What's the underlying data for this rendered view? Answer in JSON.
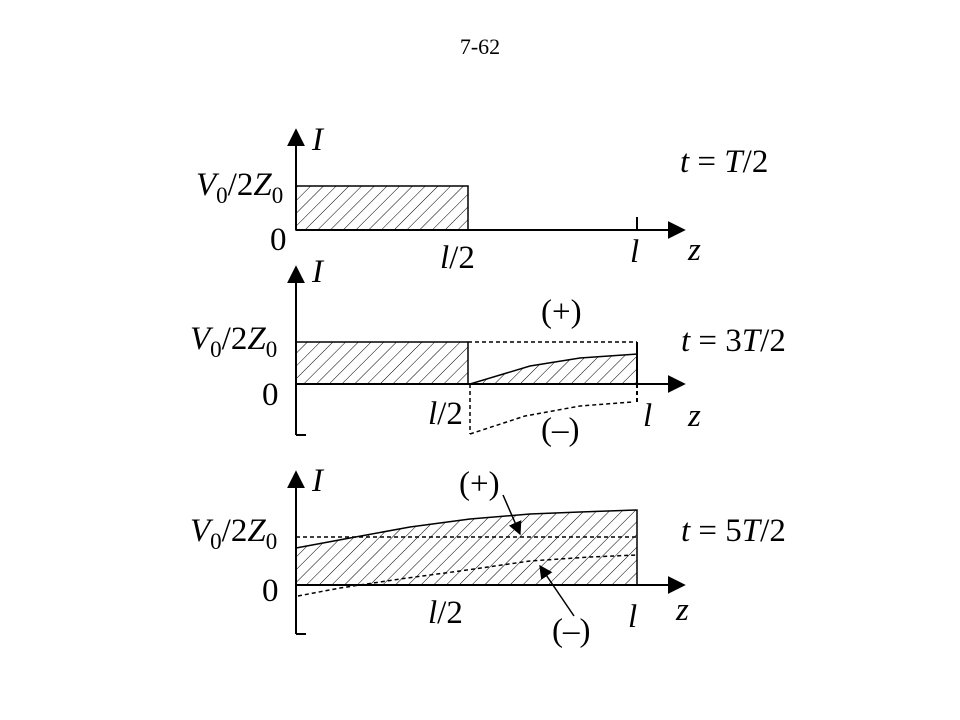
{
  "page_number": "7-62",
  "labels": {
    "current_axis": "I",
    "position_axis": "z",
    "zero": "0",
    "half_length": "l/2",
    "length": "l",
    "amplitude": "V0/2Z0",
    "plus": "(+)",
    "minus": "(–)"
  },
  "panels": [
    {
      "time_label": "t = T/2"
    },
    {
      "time_label": "t = 3T/2"
    },
    {
      "time_label": "t = 5T/2"
    }
  ]
}
